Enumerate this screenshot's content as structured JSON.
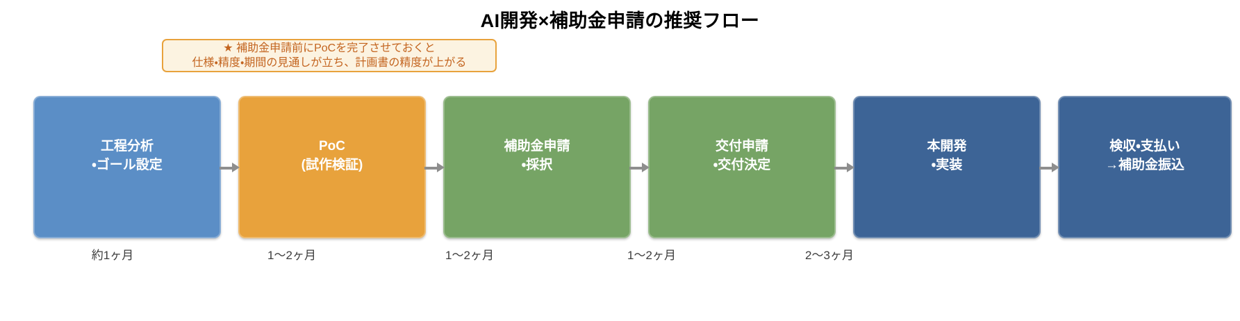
{
  "title": "AI開発×補助金申請の推奨フロー",
  "note": {
    "line1": "★ 補助金申請前にPoCを完了させておくと",
    "line2": "仕様・精度・期間の見通しが立ち、計画書の精度が上がる",
    "border_color": "#E8A23C",
    "background_color": "#FCF3E1",
    "text_color": "#C3641F"
  },
  "stages": [
    {
      "title_line1": "工程分析",
      "title_line2": "・ゴール設定",
      "duration": "約1ヶ月",
      "color": "#5B8EC6"
    },
    {
      "title_line1": "PoC",
      "title_line2": "(試作検証)",
      "duration": "1〜2ヶ月",
      "color": "#E8A23C"
    },
    {
      "title_line1": "補助金申請",
      "title_line2": "・採択",
      "duration": "1〜2ヶ月",
      "color": "#76A465"
    },
    {
      "title_line1": "交付申請",
      "title_line2": "・交付決定",
      "duration": "1〜2ヶ月",
      "color": "#76A465"
    },
    {
      "title_line1": "本開発",
      "title_line2": "・実装",
      "duration": "2〜3ヶ月",
      "color": "#3D6496"
    },
    {
      "title_line1": "検収・支払い",
      "title_line2": "→補助金振込",
      "duration": "",
      "color": "#3D6496"
    }
  ],
  "arrow_color": "#8E8E8E",
  "duration_text_color": "#3C3C3C"
}
